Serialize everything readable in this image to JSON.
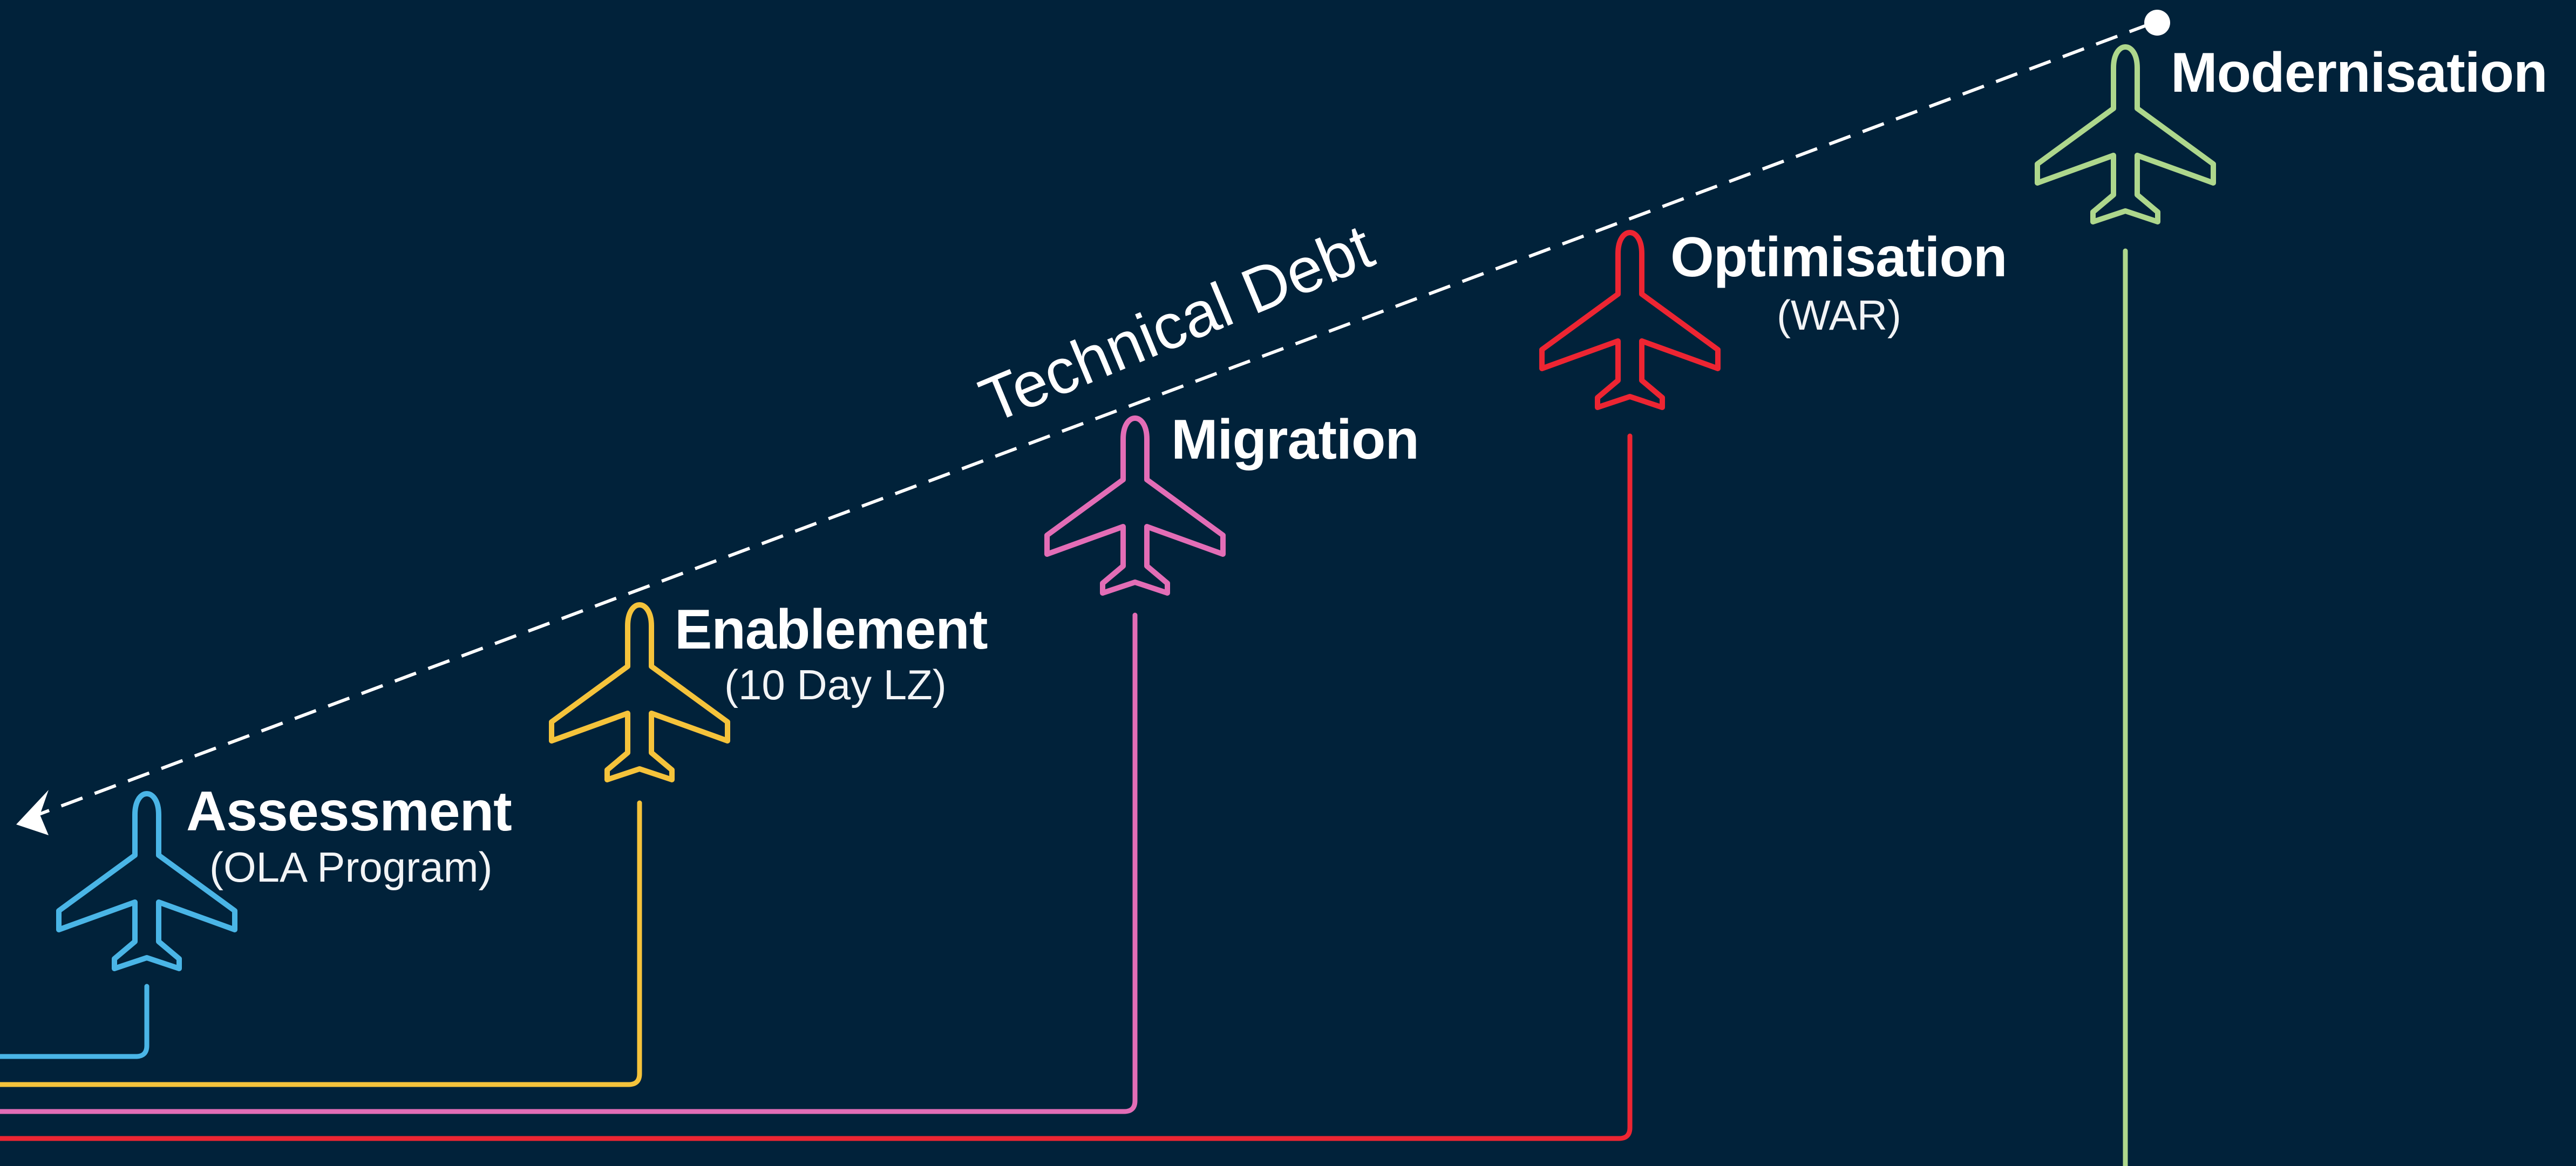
{
  "technical_debt": {
    "label": "Technical Debt"
  },
  "stages": [
    {
      "id": "assessment",
      "title": "Assessment",
      "subtitle": "(OLA Program)",
      "color": "#4ab5e6"
    },
    {
      "id": "enablement",
      "title": "Enablement",
      "subtitle": "(10 Day LZ)",
      "color": "#f5c33b"
    },
    {
      "id": "migration",
      "title": "Migration",
      "subtitle": "",
      "color": "#e36db6"
    },
    {
      "id": "optimisation",
      "title": "Optimisation",
      "subtitle": "(WAR)",
      "color": "#ed2532"
    },
    {
      "id": "modernisation",
      "title": "Modernisation",
      "subtitle": "",
      "color": "#aed78c"
    }
  ]
}
